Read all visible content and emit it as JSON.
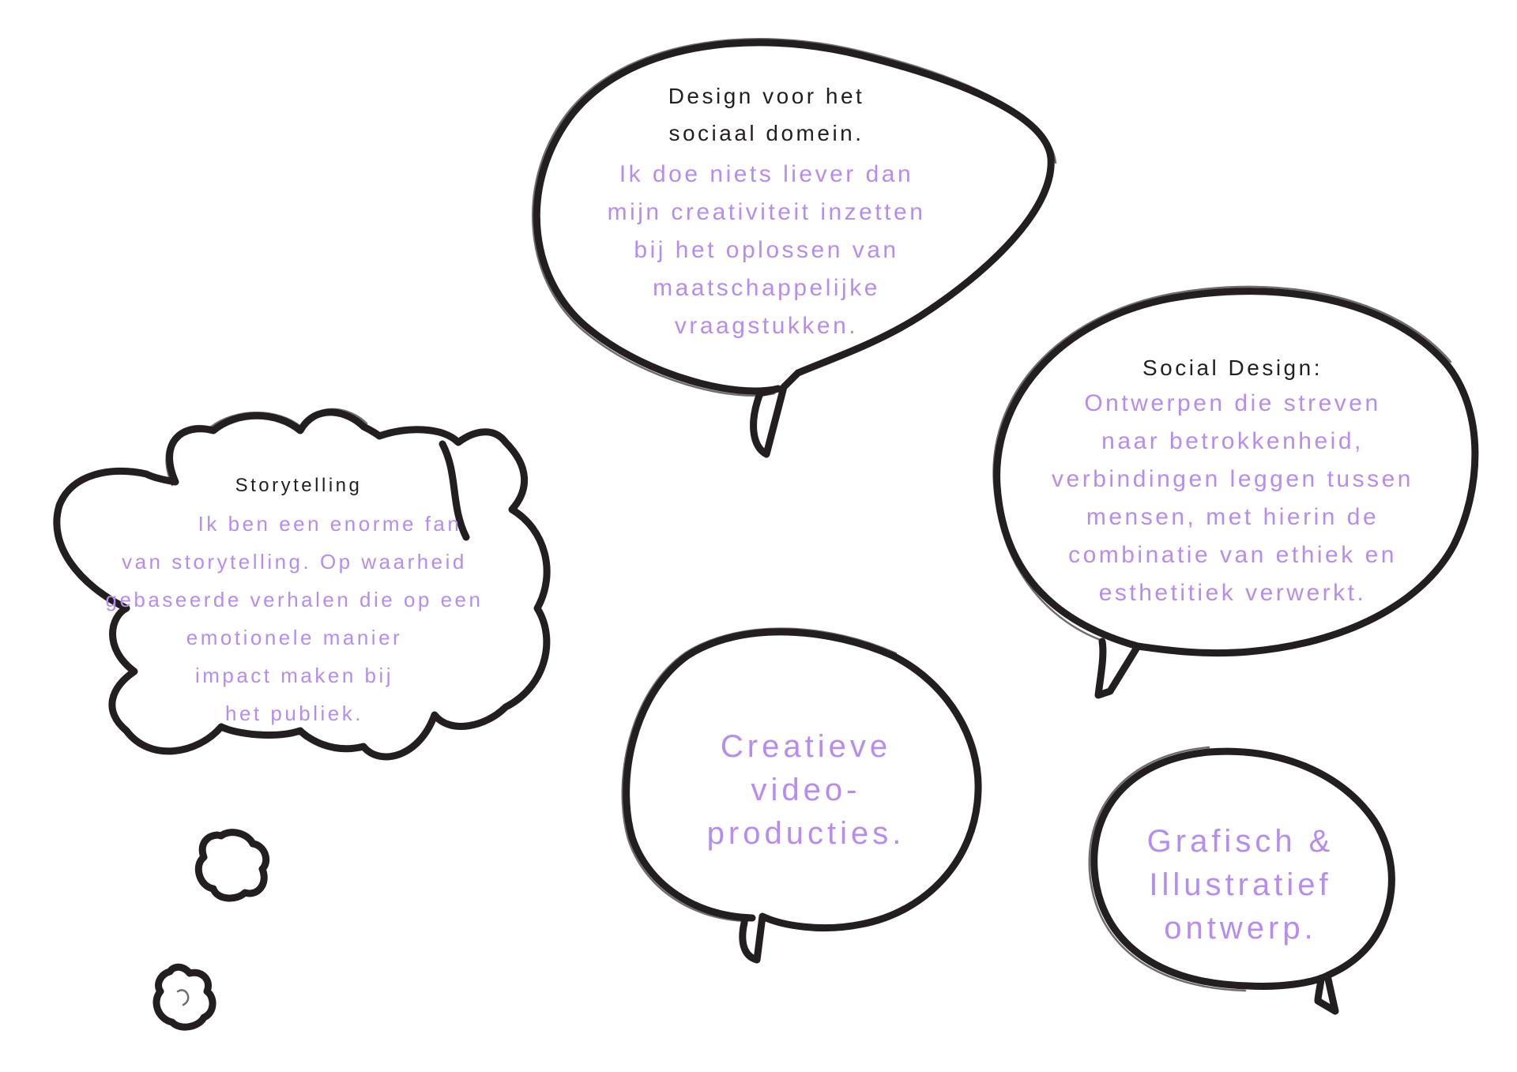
{
  "colors": {
    "outline": "#231f20",
    "heading_text": "#231f20",
    "body_text": "#b68cf0",
    "background": "#ffffff"
  },
  "bubbles": {
    "social_domain": {
      "heading": [
        "Design voor het",
        "sociaal domein."
      ],
      "body": [
        "Ik doe niets liever dan",
        "mijn creativiteit inzetten",
        "bij het oplossen van",
        "maatschappelijke",
        "vraagstukken."
      ]
    },
    "social_design": {
      "heading": [
        "Social Design:"
      ],
      "body": [
        "Ontwerpen die streven",
        "naar betrokkenheid,",
        "verbindingen leggen tussen",
        "mensen, met hierin de",
        "combinatie van ethiek en",
        "esthetitiek verwerkt."
      ]
    },
    "storytelling": {
      "heading": [
        "Storytelling"
      ],
      "body": [
        "Ik ben een enorme fan",
        "van storytelling. Op waarheid",
        "gebaseerde verhalen die op een",
        "emotionele manier",
        "impact maken bij",
        "het publiek."
      ]
    },
    "video": {
      "body": [
        "Creatieve",
        "video-",
        "producties."
      ]
    },
    "graphic": {
      "body": [
        "Grafisch &",
        "Illustratief",
        "ontwerp."
      ]
    }
  }
}
